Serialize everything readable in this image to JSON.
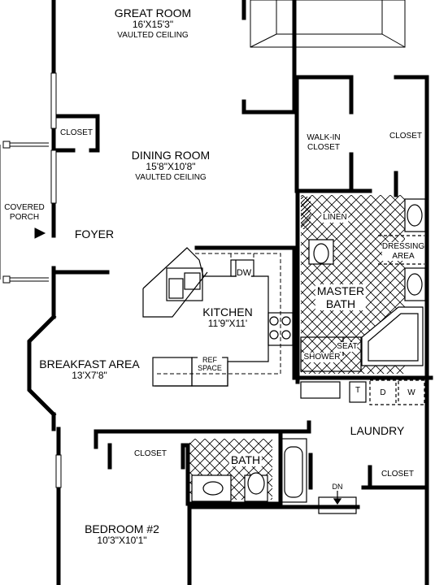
{
  "rooms": {
    "great_room": {
      "name": "GREAT ROOM",
      "size": "16'X15'3\"",
      "note": "VAULTED CEILING"
    },
    "dining_room": {
      "name": "DINING ROOM",
      "size": "15'8\"X10'8\"",
      "note": "VAULTED CEILING"
    },
    "foyer": {
      "name": "FOYER"
    },
    "covered_porch": {
      "name_line1": "COVERED",
      "name_line2": "PORCH"
    },
    "kitchen": {
      "name": "KITCHEN",
      "size": "11'9\"X11'"
    },
    "breakfast_area": {
      "name": "BREAKFAST AREA",
      "size": "13'X7'8\""
    },
    "walk_in_closet": {
      "name_line1": "WALK-IN",
      "name_line2": "CLOSET"
    },
    "master_closet": {
      "name": "CLOSET"
    },
    "foyer_closet": {
      "name": "CLOSET"
    },
    "linen": {
      "name": "LINEN"
    },
    "dressing_area": {
      "name_line1": "DRESSING",
      "name_line2": "AREA"
    },
    "master_bath": {
      "name_line1": "MASTER",
      "name_line2": "BATH"
    },
    "shower": {
      "name": "SHOWER"
    },
    "seat": {
      "name": "SEAT"
    },
    "laundry": {
      "name": "LAUNDRY"
    },
    "laundry_closet": {
      "name": "CLOSET"
    },
    "bath": {
      "name": "BATH"
    },
    "bedroom_closet": {
      "name": "CLOSET"
    },
    "bedroom2": {
      "name": "BEDROOM #2",
      "size": "10'3\"X10'1\""
    }
  },
  "fixtures": {
    "dishwasher": "DW",
    "ref_space_line1": "REF",
    "ref_space_line2": "SPACE",
    "tub": "T",
    "dryer": "D",
    "washer": "W",
    "stairs": "DN"
  }
}
